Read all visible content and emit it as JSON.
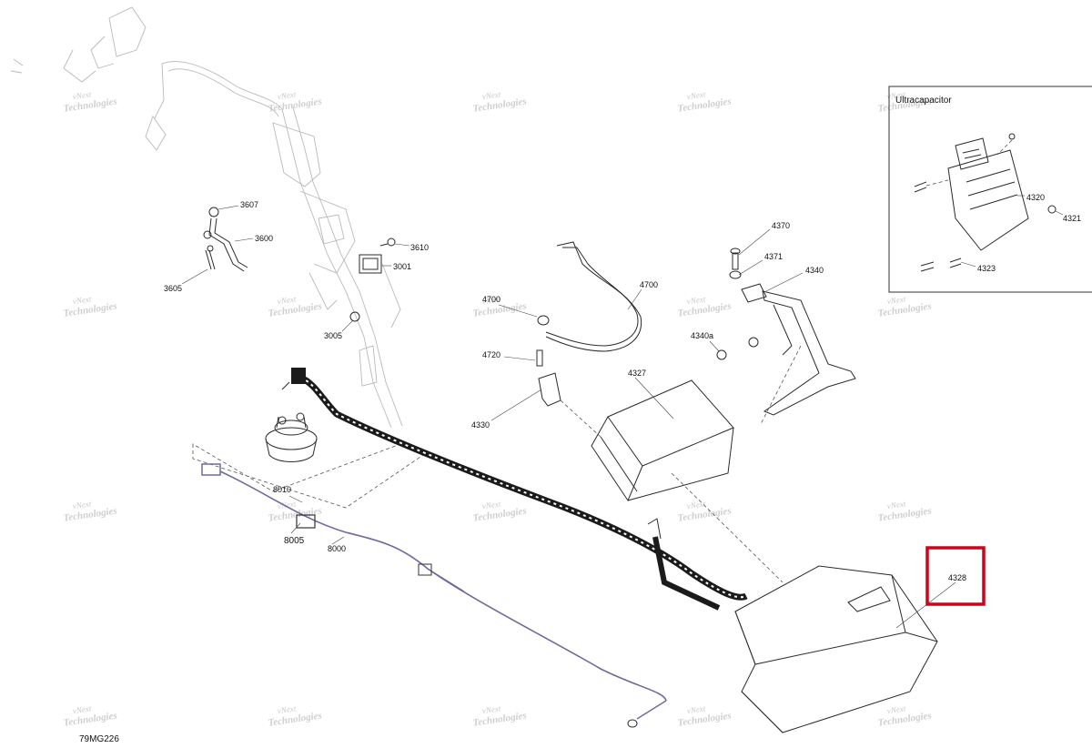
{
  "diagram_code": "79MG226",
  "inset": {
    "title": "Ultracapacitor"
  },
  "watermark": {
    "line1": "vNext",
    "line2": "Technologies"
  },
  "highlight": {
    "color": "#d0021b",
    "part": "4328"
  },
  "colors": {
    "connector_green": "#3aa655",
    "cable": "#1b1b1b",
    "harness_blue": "#6d6a9e"
  },
  "labels": {
    "p3607": "3607",
    "p3600": "3600",
    "p3605": "3605",
    "p3610": "3610",
    "p3001": "3001",
    "p3005": "3005",
    "p4370": "4370",
    "p4371": "4371",
    "p4340": "4340",
    "p4340a": "4340a",
    "p4700": "4700",
    "p4700b": "4700",
    "p4720": "4720",
    "p4327": "4327",
    "p4330": "4330",
    "p8010": "8010",
    "p8005": "8005",
    "p8000": "8000",
    "p4328": "4328",
    "p4320": "4320",
    "p4321": "4321",
    "p4323": "4323"
  }
}
